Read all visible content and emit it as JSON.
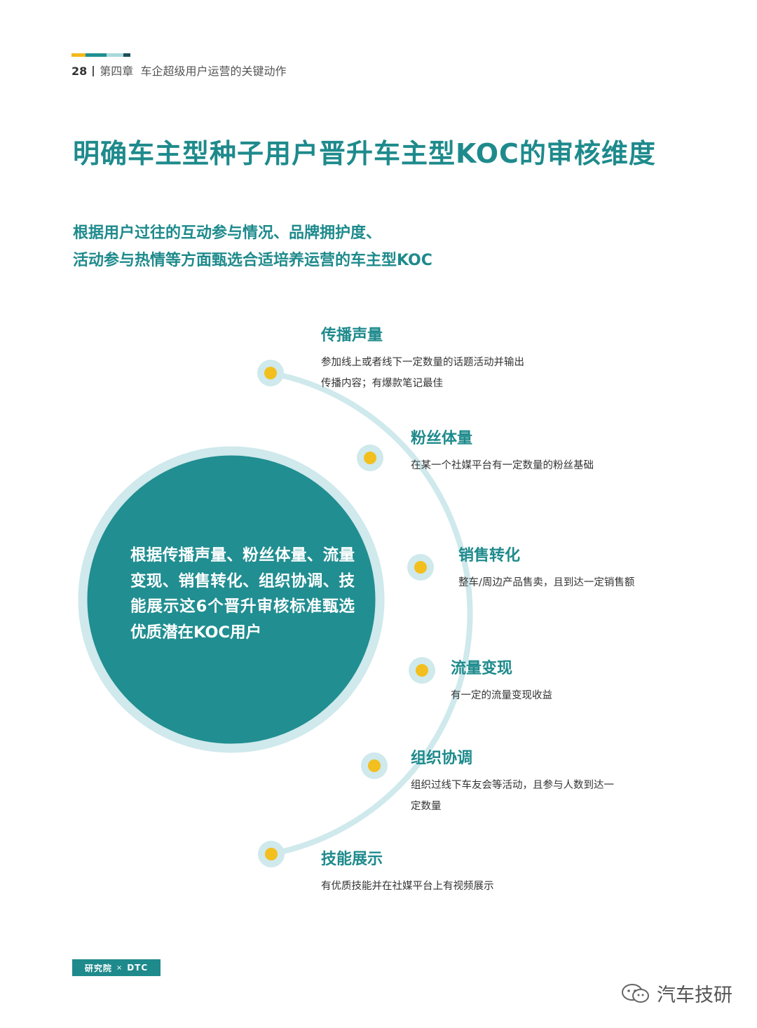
{
  "header": {
    "page_number": "28",
    "chapter": "第四章",
    "chapter_title": "车企超级用户运营的关键动作"
  },
  "title": "明确车主型种子用户晋升车主型KOC的审核维度",
  "subtitle": {
    "line1": "根据用户过往的互动参与情况、品牌拥护度、",
    "line2": "活动参与热情等方面甄选合适培养运营的车主型KOC"
  },
  "center_text": "根据传播声量、粉丝体量、流量变现、销售转化、组织协调、技能展示这6个晋升审核标准甄选优质潜在KOC用户",
  "criteria": [
    {
      "title": "传播声量",
      "desc_lines": [
        "参加线上或者线下一定数量的话题活动并输出",
        "传播内容；有爆款笔记最佳"
      ]
    },
    {
      "title": "粉丝体量",
      "desc_lines": [
        "在某一个社媒平台有一定数量的粉丝基础"
      ]
    },
    {
      "title": "销售转化",
      "desc_lines": [
        "整车/周边产品售卖，且到达一定销售额"
      ]
    },
    {
      "title": "流量变现",
      "desc_lines": [
        "有一定的流量变现收益"
      ]
    },
    {
      "title": "组织协调",
      "desc_lines": [
        "组织过线下车友会等活动，且参与人数到达一",
        "定数量"
      ]
    },
    {
      "title": "技能展示",
      "desc_lines": [
        "有优质技能并在社媒平台上有视频展示"
      ]
    }
  ],
  "footer": {
    "logo_left": "研究院",
    "logo_sep": "×",
    "logo_right": "DTC",
    "watermark": "汽车技研"
  },
  "colors": {
    "teal": "#1e8a8c",
    "circle": "#218e91",
    "light": "#cfe9ec",
    "yellow": "#f3bf1e"
  }
}
